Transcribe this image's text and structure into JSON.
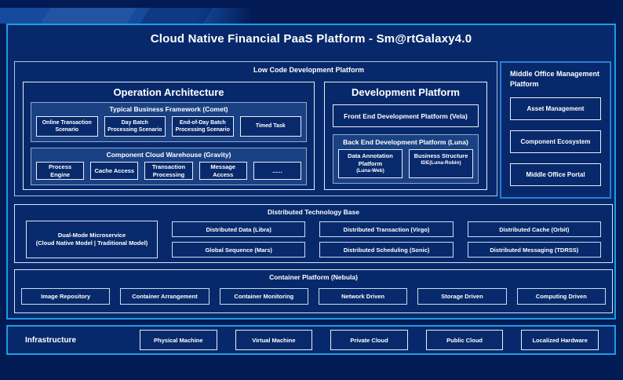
{
  "title": "Cloud Native Financial PaaS Platform - Sm@rtGalaxy4.0",
  "colors": {
    "background": "#021b54",
    "panel": "#07296b",
    "panel_light": "#1a4183",
    "accent_border": "#1b9de2",
    "middle_office_border": "#2b7cd6",
    "text": "#ffffff"
  },
  "low_code": {
    "label": "Low Code Development Platform",
    "operation_architecture": {
      "title": "Operation Architecture",
      "typical_business": {
        "label": "Typical Business Framework (Comet)",
        "items": [
          "Online Transaction Scenario",
          "Day Batch Processing Scenario",
          "End-of-Day Batch Processing Scenario",
          "Timed Task"
        ]
      },
      "component_cloud": {
        "label": "Component Cloud Warehouse (Gravity)",
        "items": [
          "Process Engine",
          "Cache Access",
          "Transaction Processing",
          "Message Access",
          "......"
        ]
      }
    },
    "development_platform": {
      "title": "Development Platform",
      "front_end": "Front End Development Platform (Vela)",
      "back_end": {
        "label": "Back End Development Platform (Luna)",
        "items": [
          {
            "line1": "Data Annotation Platform",
            "line2": "(Luna-Web)"
          },
          {
            "line1": "Business Structure",
            "line2": "IDE(Luna-Robin)"
          }
        ]
      }
    }
  },
  "middle_office": {
    "label": "Middle Office Management Platform",
    "items": [
      "Asset Management",
      "Component Ecosystem",
      "Middle Office Portal"
    ]
  },
  "distributed": {
    "label": "Distributed Technology Base",
    "dual_mode": {
      "line1": "Dual-Mode Microservice",
      "line2": "(Cloud Native Model | Traditional Model)"
    },
    "columns": [
      [
        "Distributed Data (Libra)",
        "Global Sequence (Mars)"
      ],
      [
        "Distributed Transaction (Virgo)",
        "Distributed Scheduling (Sonic)"
      ],
      [
        "Distributed Cache (Orbit)",
        "Distributed Messaging (TDRSS)"
      ]
    ]
  },
  "container": {
    "label": "Container Platform (Nebula)",
    "items": [
      "Image Repository",
      "Container Arrangement",
      "Container Monitoring",
      "Network Driven",
      "Storage Driven",
      "Computing Driven"
    ]
  },
  "infrastructure": {
    "label": "Infrastructure",
    "items": [
      "Physical Machine",
      "Virtual Machine",
      "Private Cloud",
      "Public Cloud",
      "Localized Hardware"
    ]
  }
}
